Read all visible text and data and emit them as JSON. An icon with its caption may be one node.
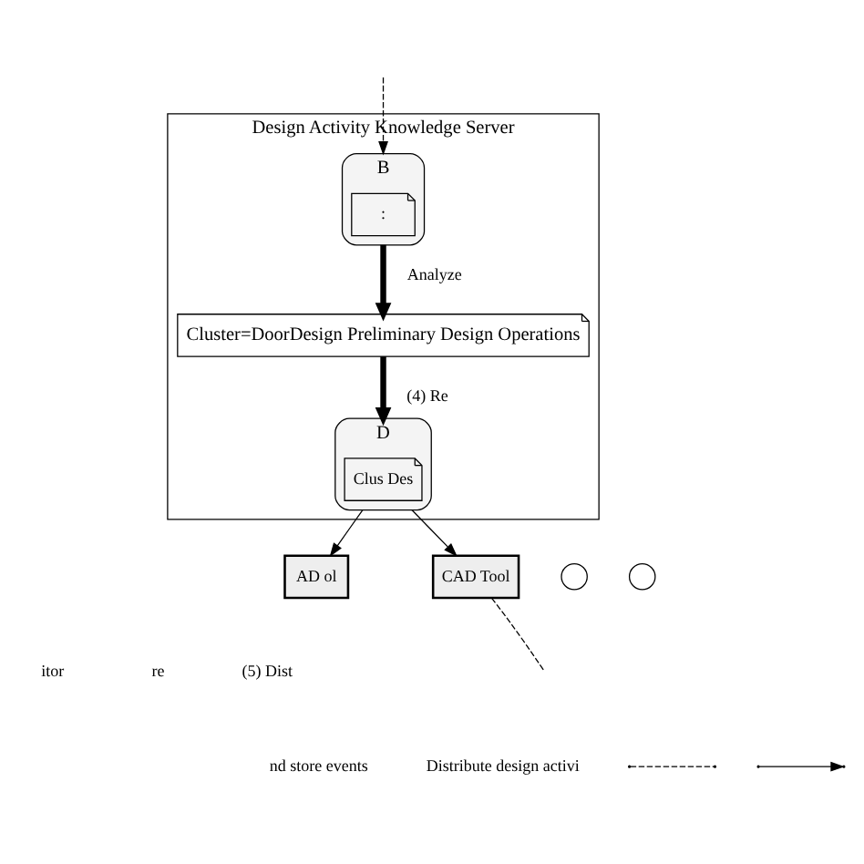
{
  "diagram": {
    "nodes": [
      {
        "text": [
          "Design Activity Knowledge Server"
        ]
      },
      {
        "text": [
          "B"
        ],
        "in": 0
      },
      {
        "text": [
          ":"
        ],
        "in": 1
      },
      {
        "text": [
          "Cluster=DoorDesign Preliminary Design Operations"
        ],
        "in": 0
      },
      {
        "text": [
          "D"
        ],
        "in": 0
      },
      {
        "text": [
          "Clus Des"
        ],
        "in": 4
      },
      {
        "text": [
          "AD ol"
        ]
      },
      {
        "text": [],
        "shape": "person"
      },
      {
        "text": [
          "CAD Tool"
        ]
      },
      {
        "text": [],
        "shape": "person"
      }
    ],
    "edges": [
      {
        "from": 1,
        "to": 3,
        "arrow": "to",
        "label": "Analyze",
        "style": "thick"
      },
      {
        "from": 3,
        "to": 4,
        "arrow": "to",
        "label": "(4) Re",
        "style": "thick"
      },
      {
        "from": 4,
        "to": 6,
        "arrow": "to"
      },
      {
        "from": 4,
        "to": 8,
        "arrow": "to"
      },
      {
        "from": null,
        "to": 1,
        "arrow": "to",
        "style": "dashed"
      },
      {
        "from": 8,
        "to": null,
        "arrow": "none",
        "style": "dashed"
      }
    ],
    "labels": [
      "itor",
      "re",
      "(5) Dist"
    ],
    "legend": [
      {
        "text": "nd store events"
      },
      {
        "text": "Distribute design activi"
      }
    ]
  }
}
